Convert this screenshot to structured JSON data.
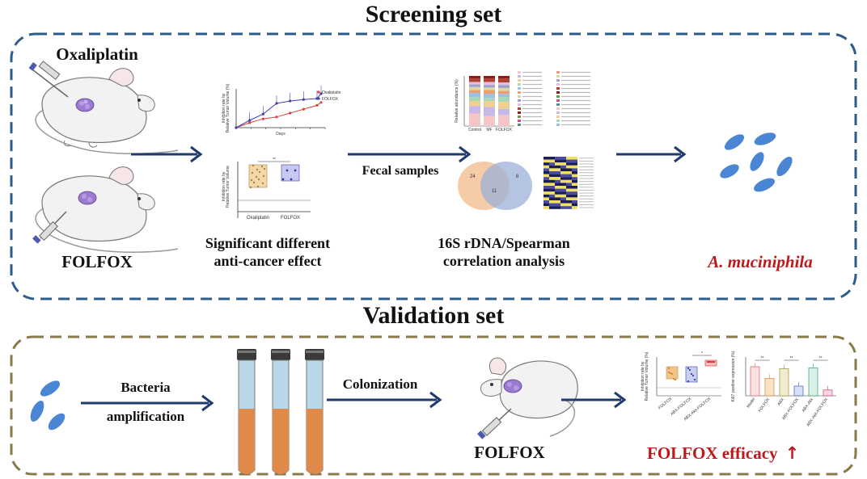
{
  "screening": {
    "title": "Screening set",
    "oxaliplatin_label": "Oxaliplatin",
    "folfox_label": "FOLFOX",
    "line_chart": {
      "ylabel": "Inhibition rate by\nRelative Tumor Volume (%)",
      "xlabel": "Days",
      "legend": [
        "Oxaliplatin",
        "FOLFOX"
      ]
    },
    "box_chart": {
      "ylabel": "Inhibition rate by\nRelative Tumor Volume",
      "categories": [
        "Oxaliplatin",
        "FOLFOX"
      ],
      "significance": "**"
    },
    "effect_caption_1": "Significant different",
    "effect_caption_2": "anti-cancer effect",
    "fecal_label": "Fecal samples",
    "stacked_chart": {
      "ylabel": "Relative abundance (%)",
      "categories": [
        "Control",
        "MF",
        "FOLFOX"
      ]
    },
    "venn": {
      "left": "24",
      "center": "11",
      "right": "8"
    },
    "analysis_caption_1": "16S rDNA/Spearman",
    "analysis_caption_2": "correlation analysis",
    "result_label": "A. muciniphila"
  },
  "validation": {
    "title": "Validation set",
    "bacteria_label": "Bacteria",
    "amplification_label": "amplification",
    "colonization_label": "Colonization",
    "folfox_label": "FOLFOX",
    "efficacy_label": "FOLFOX efficacy",
    "efficacy_arrow": "↑",
    "chart1": {
      "ylabel": "Inhibition rate by\nRelative Tumor Volume (%)",
      "categories": [
        "FOLFOX",
        "ABX-FOLFOX",
        "ABX-Akk-FOLFOX"
      ],
      "significance": "*"
    },
    "chart2": {
      "ylabel": "Ki67 positive expression (%)",
      "categories": [
        "Model",
        "FOLFOX",
        "ABX",
        "ABX-FOLFOX",
        "ABX-Akk",
        "ABX-Akk-FOLFOX"
      ],
      "significance": [
        "**",
        "**",
        "**"
      ]
    }
  },
  "colors": {
    "screening_border": "#2d5c8a",
    "validation_border": "#8a7a4a",
    "arrow": "#1f3a6e",
    "bacteria": "#4a86d4",
    "accent_red": "#c0161c",
    "tube_top": "#b8d8e8",
    "tube_bottom": "#e08a4a"
  }
}
